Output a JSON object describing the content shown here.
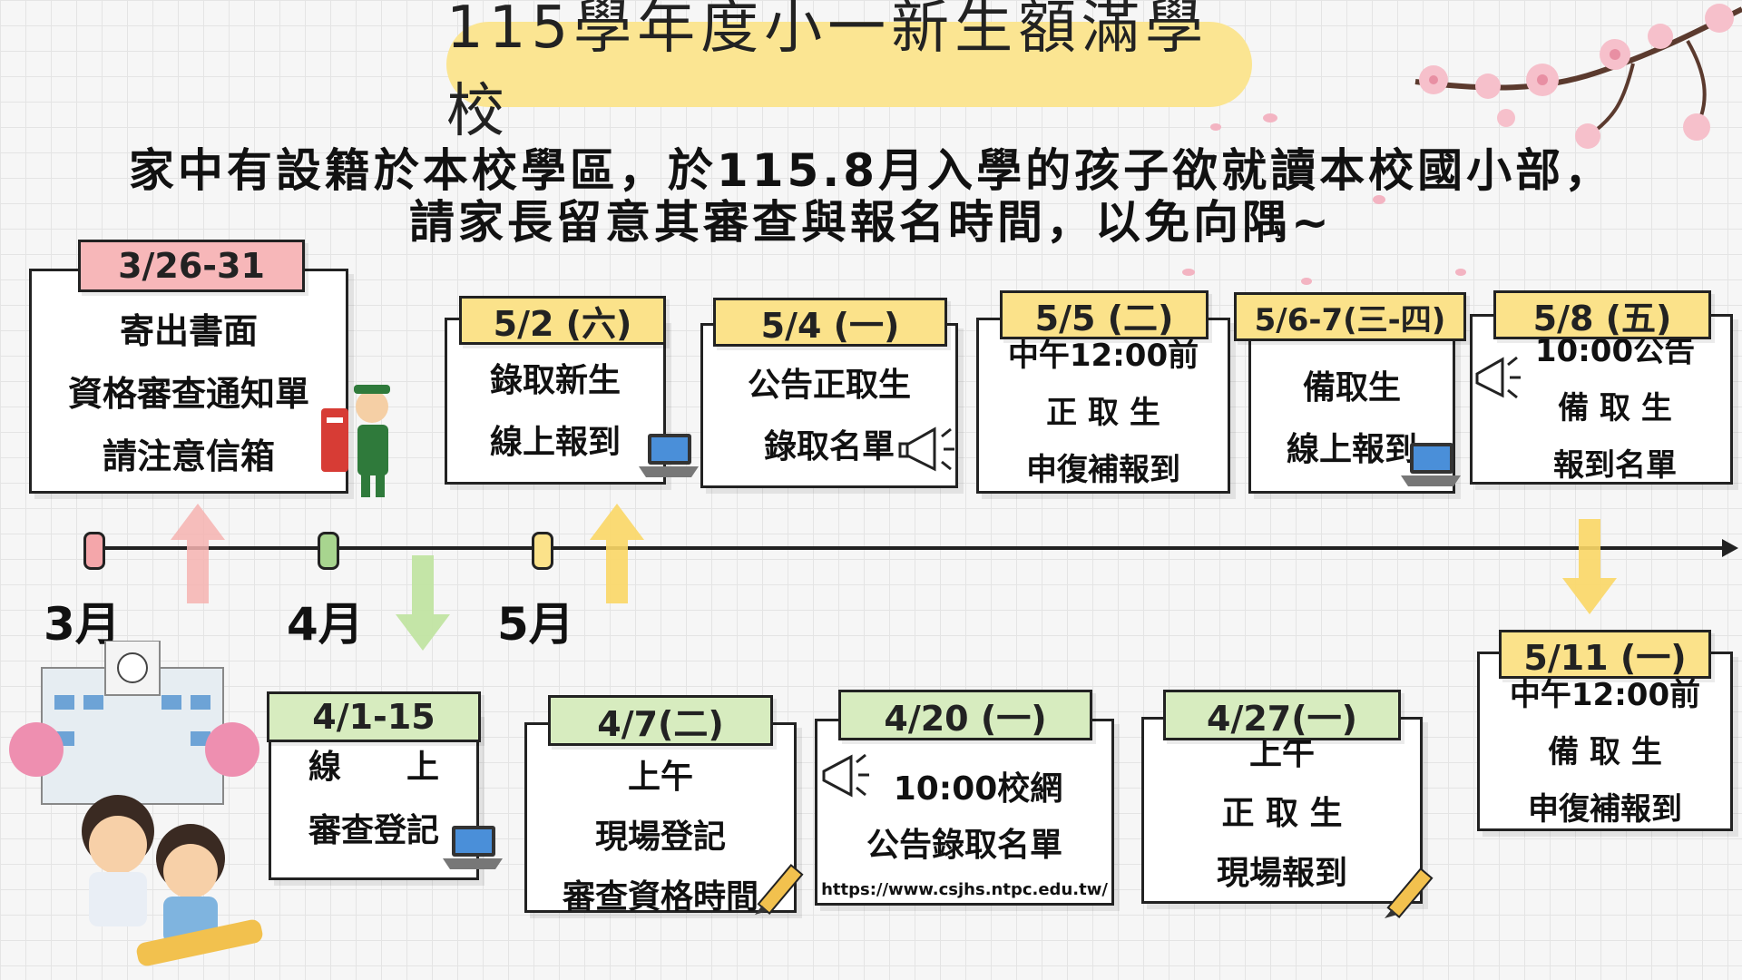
{
  "title": "115學年度小一新生額滿學校",
  "subtitle": {
    "line1": "家中有設籍於本校學區，於115.8月入學的孩子欲就讀本校國小部，",
    "line2": "請家長留意其審查與報名時間，以免向隅~"
  },
  "months": [
    "3月",
    "4月",
    "5月"
  ],
  "colors": {
    "title_bg": "#fbe592",
    "yellow_tab": "#fbe28a",
    "green_tab": "#d7ecbf",
    "pink_tab": "#f7b7b9"
  },
  "top_cards": [
    {
      "date": "3/26-31",
      "lines": [
        "寄出書面",
        "資格審查通知單",
        "請注意信箱"
      ]
    },
    {
      "date": "5/2 (六)",
      "lines": [
        "錄取新生",
        "線上報到"
      ]
    },
    {
      "date": "5/4 (一)",
      "lines": [
        "公告正取生",
        "錄取名單"
      ]
    },
    {
      "date": "5/5 (二)",
      "lines": [
        "中午12:00前",
        "正 取 生",
        "申復補報到"
      ]
    },
    {
      "date": "5/6-7(三-四)",
      "lines": [
        "備取生",
        "線上報到"
      ]
    },
    {
      "date": "5/8 (五)",
      "lines": [
        "10:00公告",
        "備 取 生",
        "報到名單"
      ]
    }
  ],
  "bottom_cards": [
    {
      "date": "4/1-15",
      "lines": [
        "線　　上",
        "審查登記"
      ]
    },
    {
      "date": "4/7(二)",
      "lines": [
        "上午",
        "現場登記",
        "審查資格時間"
      ]
    },
    {
      "date": "4/20 (一)",
      "lines": [
        "10:00校網",
        "公告錄取名單"
      ],
      "url": "https://www.csjhs.ntpc.edu.tw/"
    },
    {
      "date": "4/27(一)",
      "lines": [
        "上午",
        "正 取 生",
        "現場報到"
      ]
    },
    {
      "date": "5/11 (一)",
      "lines": [
        "中午12:00前",
        "備 取 生",
        "申復補報到"
      ]
    }
  ],
  "icons": [
    "laptop-icon",
    "megaphone-icon",
    "pencil-icon",
    "mailbox-icon",
    "school-building-icon",
    "kids-illustration",
    "cherry-blossom-branch"
  ]
}
